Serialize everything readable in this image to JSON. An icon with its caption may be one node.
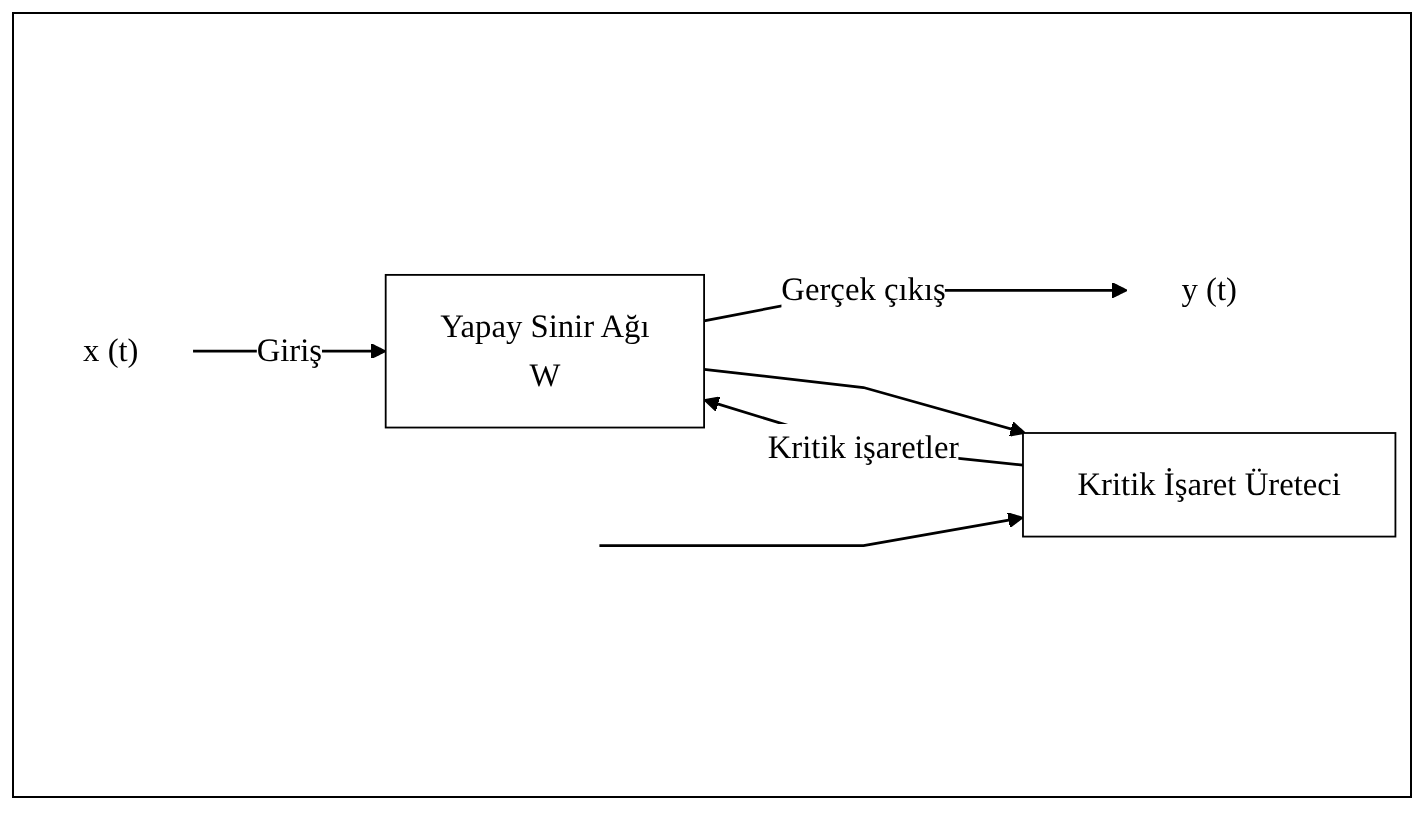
{
  "diagram": {
    "nodes": [
      {
        "text": [
          "x (t)"
        ]
      },
      {
        "text": [
          "Yapay Sinir Ağı",
          "W"
        ]
      },
      {
        "text": [
          "y (t)"
        ]
      },
      {
        "text": [
          "Kritik İşaret Üreteci"
        ]
      }
    ],
    "edges": [
      {
        "from": 0,
        "to": 1,
        "arrow": "to",
        "label": "Giriş"
      },
      {
        "from": 1,
        "to": 2,
        "arrow": "to",
        "label": "Gerçek çıkış"
      },
      {
        "from": 1,
        "to": 3,
        "arrow": "to"
      },
      {
        "from": 3,
        "to": 1,
        "arrow": "to",
        "label": "Kritik işaretler"
      },
      {
        "from": null,
        "to": 3,
        "arrow": "to"
      }
    ]
  }
}
